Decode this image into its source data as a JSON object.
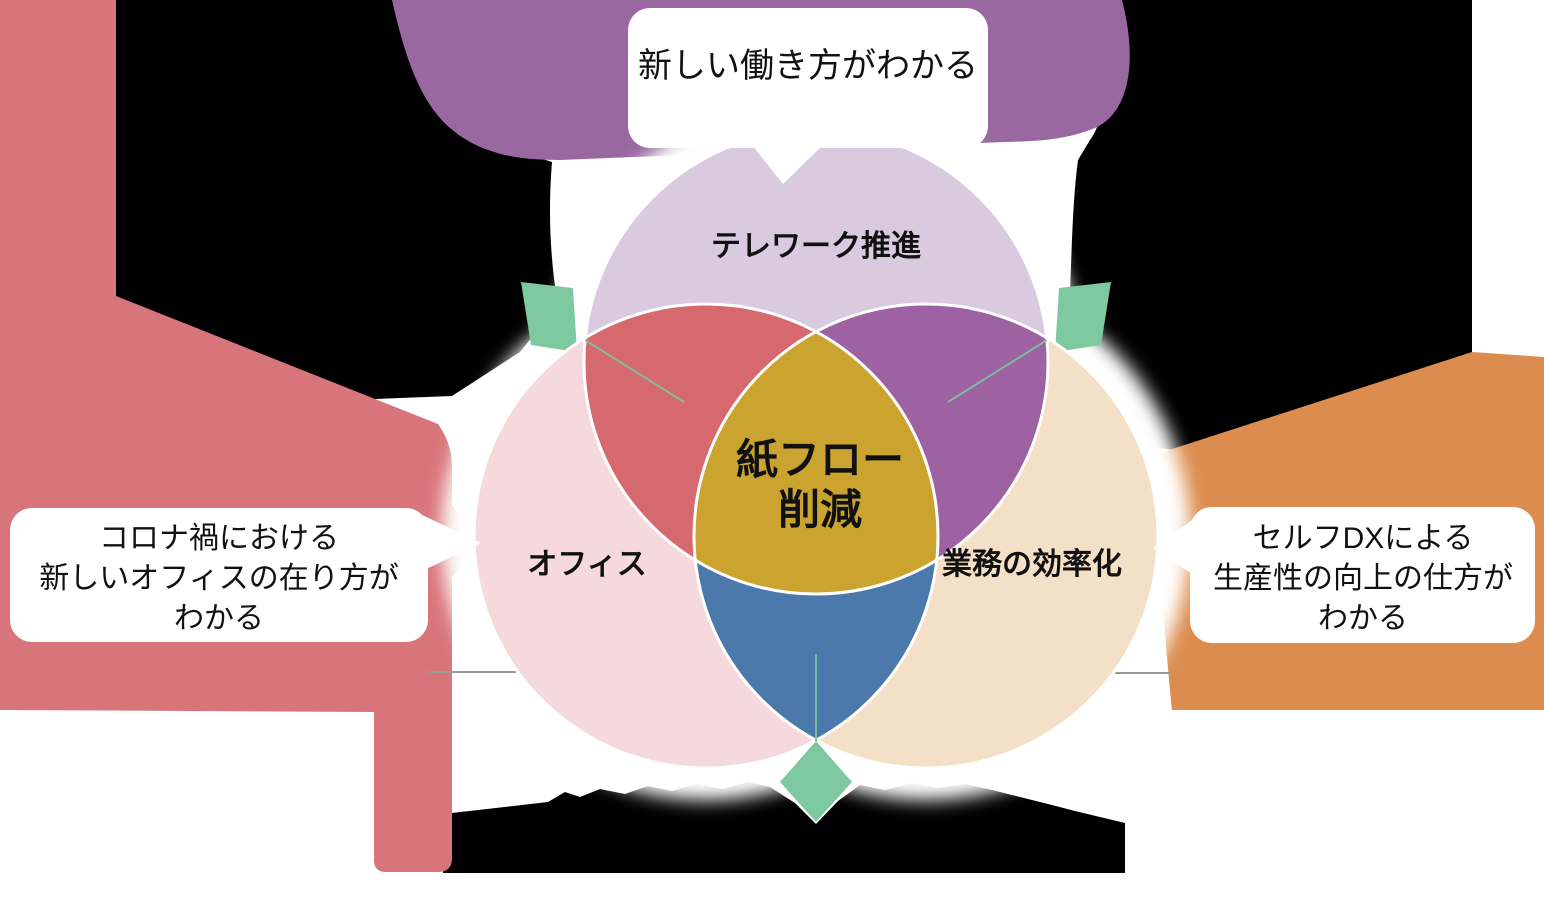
{
  "figure": {
    "type": "venn-diagram",
    "description_visible_only": "Three-circle venn diagram with three callout speech bubbles"
  },
  "bubbles": {
    "top": {
      "text": "新しい働き方がわかる"
    },
    "left": {
      "lines": [
        "コロナ禍における",
        "新しいオフィスの在り方が",
        "わかる"
      ]
    },
    "right": {
      "lines": [
        "セルフDXによる",
        "生産性の向上の仕方が",
        "わかる"
      ]
    }
  },
  "venn": {
    "circle_top_label": "テレワーク推進",
    "circle_left_label": "オフィス",
    "circle_right_label": "業務の効率化",
    "center": {
      "line1": "紙フロー",
      "line2": "削減"
    }
  },
  "colors": {
    "background_white": "#ffffff",
    "transparent_black": "#000000",
    "blob_red": "#D8757B",
    "blob_purple": "#9A68A1",
    "blob_orange": "#DC8C4E",
    "circle_top": "#D9CADF",
    "circle_left": "#F6D9DD",
    "circle_right": "#F4DFC7",
    "lens_red": "#D5696E",
    "lens_purple": "#9E61A2",
    "lens_blue": "#4C79AC",
    "center_gold": "#CBA42F",
    "green_diamond": "#7FC9A0",
    "green_line": "#7CC4A0",
    "artifact_gray": "#9a9a9a",
    "bubble_white": "#ffffff",
    "text_black": "#111111"
  }
}
